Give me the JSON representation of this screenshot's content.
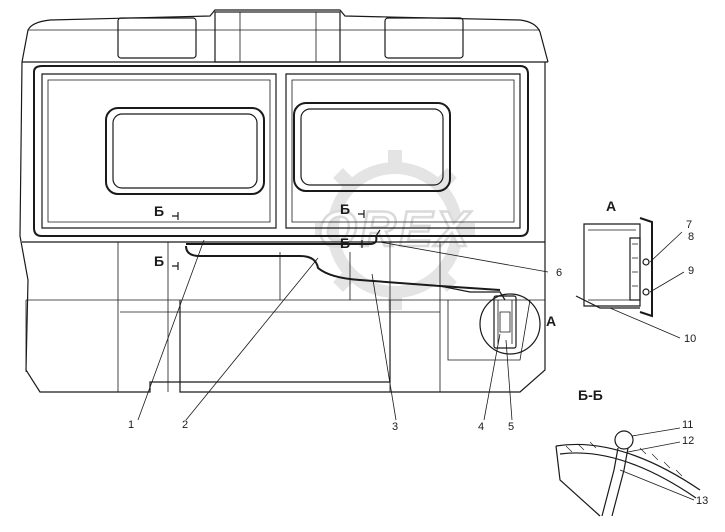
{
  "labels": {
    "section_b": "Б",
    "view_a": "А",
    "section_bb": "Б-Б"
  },
  "callouts": [
    "1",
    "2",
    "3",
    "4",
    "5",
    "6",
    "7",
    "8",
    "9",
    "10",
    "11",
    "12",
    "13"
  ],
  "watermark": "OREX",
  "colors": {
    "ink": "#1a1a1a",
    "watermark": "#cfcfcf",
    "paper": "#ffffff"
  }
}
